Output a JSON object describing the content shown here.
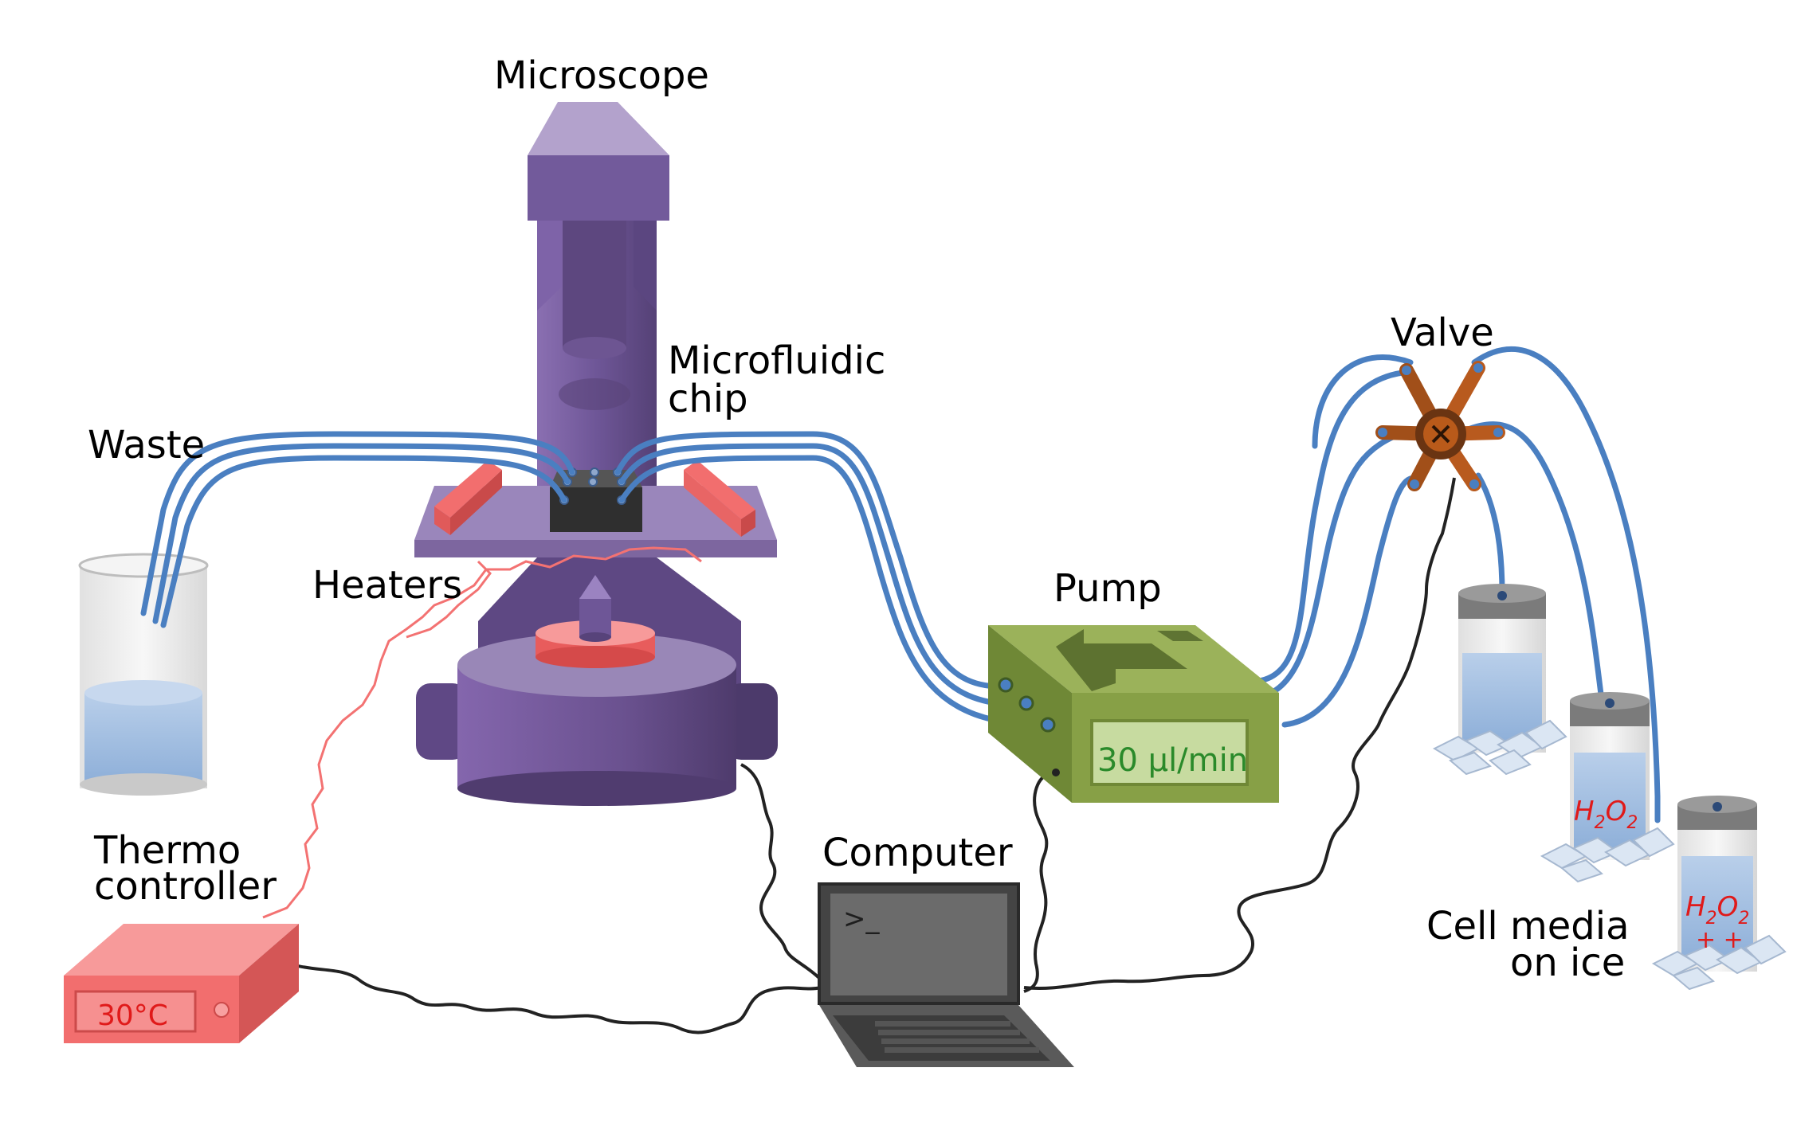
{
  "labels": {
    "microscope": "Microscope",
    "chip_line1": "Microfluidic",
    "chip_line2": "chip",
    "waste": "Waste",
    "heaters": "Heaters",
    "pump": "Pump",
    "valve": "Valve",
    "thermo_line1": "Thermo",
    "thermo_line2": "controller",
    "computer": "Computer",
    "media_line1": "Cell media",
    "media_line2": "on ice"
  },
  "displays": {
    "pump_rate": "30 µl/min",
    "thermo_temp": "30°C",
    "terminal_prompt": ">_"
  },
  "vials": {
    "vial2": {
      "h": "H",
      "sub1": "2",
      "o": "O",
      "sub2": "2"
    },
    "vial3": {
      "h": "H",
      "sub1": "2",
      "o": "O",
      "sub2": "2",
      "extra": "+ +"
    }
  },
  "colors": {
    "tube": "#4a7fc1",
    "microscope": "#6e5697",
    "heater": "#f06a6a",
    "pump": "#8aa04a",
    "thermo": "#f37272",
    "wire_red": "#f37272",
    "wire_black": "#222222",
    "valve": "#b85a1e"
  }
}
